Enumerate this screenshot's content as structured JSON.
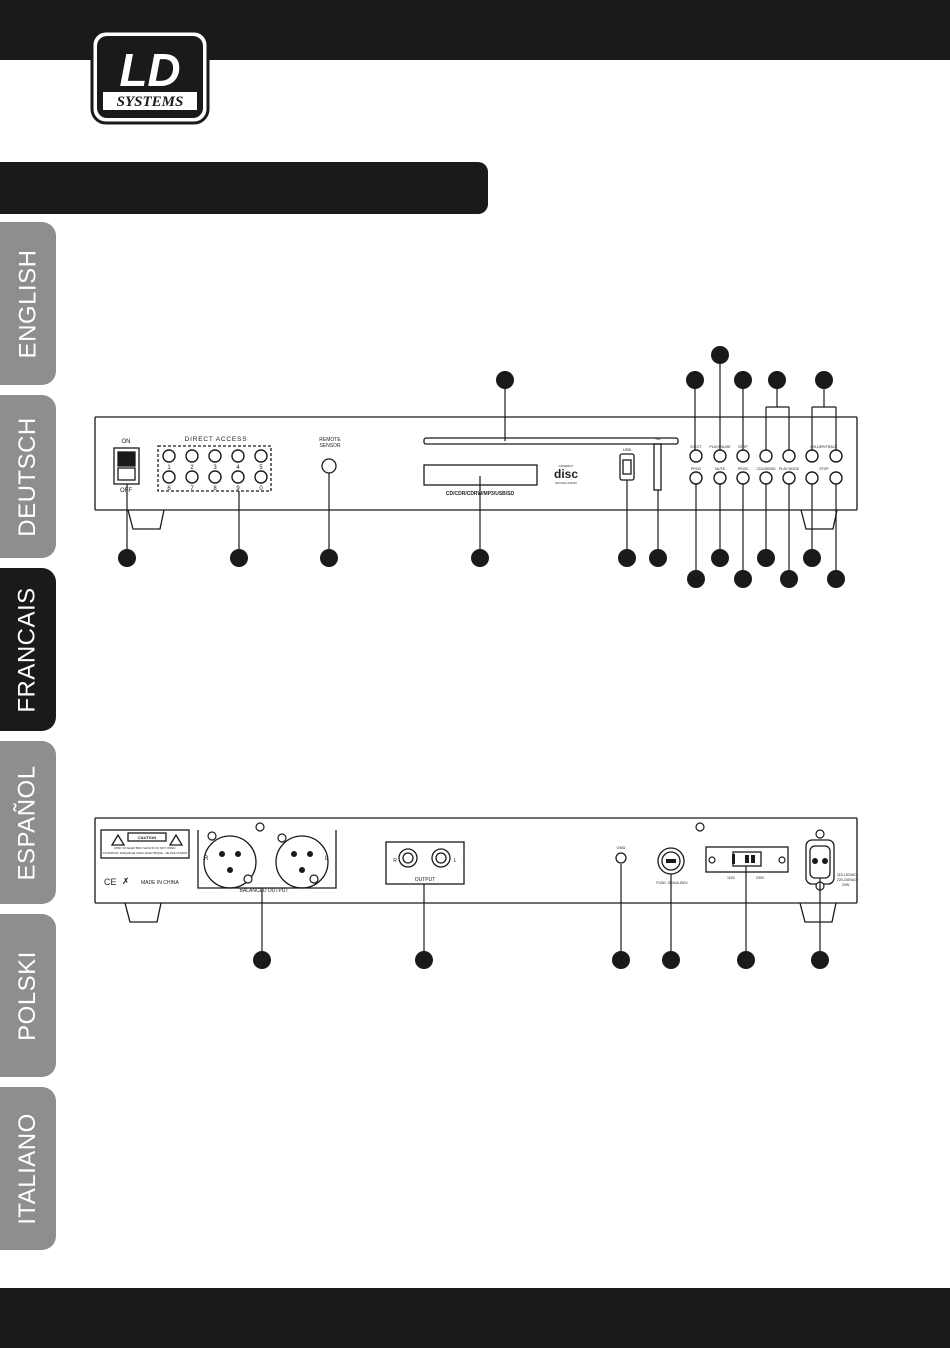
{
  "header": {
    "brand_top": "LD",
    "brand_bottom": "SYSTEMS"
  },
  "language_tabs": [
    {
      "label": "ENGLISH",
      "active": false
    },
    {
      "label": "DEUTSCH",
      "active": false
    },
    {
      "label": "FRANCAIS",
      "active": true
    },
    {
      "label": "ESPAÑOL",
      "active": false
    },
    {
      "label": "POLSKI",
      "active": false
    },
    {
      "label": "ITALIANO",
      "active": false
    }
  ],
  "front_panel": {
    "power_on": "ON",
    "power_off": "OFF",
    "direct_access": "DIRECT ACCESS",
    "digits_top": [
      "1",
      "2",
      "3",
      "4",
      "5"
    ],
    "digits_bottom": [
      "6",
      "7",
      "8",
      "9",
      "0"
    ],
    "remote_sensor_1": "REMOTE",
    "remote_sensor_2": "SENSOR",
    "formats": "CD/CDR/CDRW/MP3/USB/SD",
    "disc_logo_top": "COMPACT",
    "disc_logo_main": "disc",
    "disc_logo_bottom": "DIGITAL AUDIO",
    "usb": "USB",
    "sd": "SD",
    "btn_top": [
      "EJECT",
      "PLAY/PAUSE",
      "STOP",
      "",
      "",
      "FOLDER/TRACK"
    ],
    "btn_bottom": [
      "PROG",
      "MUTE",
      "PROG",
      "CD/USB/SD",
      "PLAY MODE",
      "STOP"
    ]
  },
  "rear_panel": {
    "caution_title": "CAUTION",
    "caution_line1": "RISK OF ELECTRIC SHOCK DO NOT OPEN",
    "caution_line2": "ATTENTION: RISQUE DE CHOC ELECTRIQUE - NE PAS OUVRIR",
    "made_in": "MADE IN CHINA",
    "ce": "CE",
    "xlr_r": "R",
    "xlr_l": "L",
    "balanced_output": "BALANCED OUTPUT",
    "rca_r": "R",
    "rca_l": "L",
    "output": "OUTPUT",
    "gnd": "GND",
    "fuse": "FUSE: 250mA 250V",
    "v115": "115V",
    "v230": "230V",
    "power_spec_1": "115-120VAC~",
    "power_spec_2": "220-240VAC~",
    "power_spec_3": "20W"
  }
}
